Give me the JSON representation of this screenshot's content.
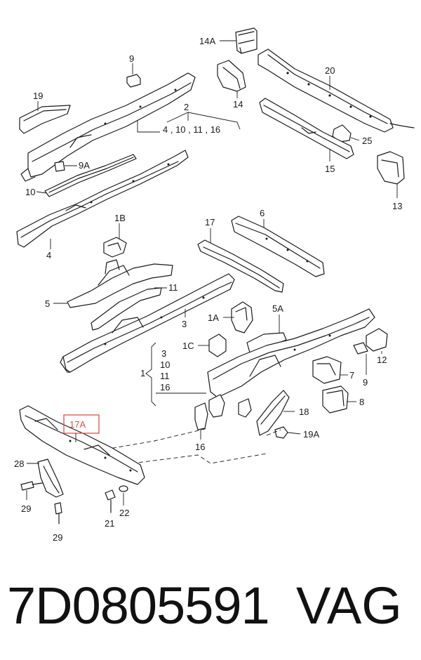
{
  "diagram": {
    "callouts": {
      "c14a": "14A",
      "c9": "9",
      "c20": "20",
      "c19": "19",
      "c14": "14",
      "c2": "2",
      "c2_group": "4 , 10 , 11 , 16",
      "c25": "25",
      "c9a": "9A",
      "c15": "15",
      "c10": "10",
      "c13": "13",
      "c6": "6",
      "c1b": "1B",
      "c17": "17",
      "c4": "4",
      "c11": "11",
      "c5": "5",
      "c3": "3",
      "c1a": "1A",
      "c5a": "5A",
      "c1c": "1C",
      "c12": "12",
      "c1": "1",
      "c1_g3": "3",
      "c1_g10": "10",
      "c1_g11": "11",
      "c1_g16": "16",
      "c7": "7",
      "c9b": "9",
      "c8": "8",
      "c18": "18",
      "c17a": "17A",
      "c19a": "19A",
      "c16": "16",
      "c28": "28",
      "c29a": "29",
      "c21": "21",
      "c22": "22",
      "c29b": "29"
    },
    "highlight_color": "#d9534f"
  },
  "footer": {
    "part_number": "7D0805591",
    "brand": "VAG"
  }
}
